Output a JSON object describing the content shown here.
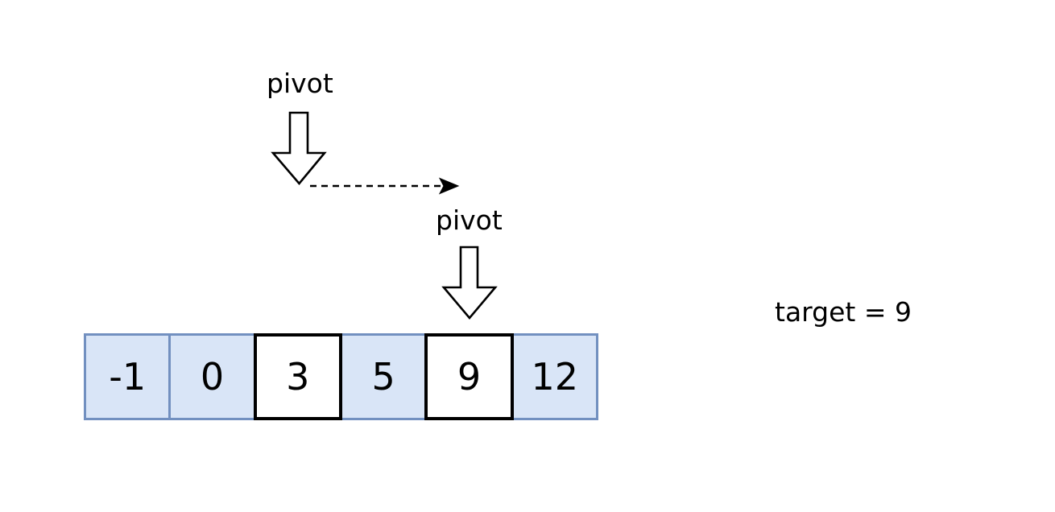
{
  "canvas": {
    "background": "#ffffff"
  },
  "labels": {
    "pivot_old": "pivot",
    "pivot_new": "pivot",
    "target": "target = 9"
  },
  "array": {
    "cells": [
      {
        "value": "-1",
        "highlighted": false
      },
      {
        "value": "0",
        "highlighted": false
      },
      {
        "value": "3",
        "highlighted": true
      },
      {
        "value": "5",
        "highlighted": false
      },
      {
        "value": "9",
        "highlighted": true
      },
      {
        "value": "12",
        "highlighted": false
      }
    ]
  },
  "icons": {
    "pivot_old_arrow": "down-block-arrow",
    "pivot_new_arrow": "down-block-arrow",
    "move_arrow": "dashed-right-arrow"
  },
  "colors": {
    "canvas_bg": "#ffffff",
    "cell_fill": "#d9e5f7",
    "cell_border": "#7290c0",
    "highlight_fill": "#ffffff",
    "highlight_border": "#000000",
    "arrow_outline": "#000000",
    "text": "#000000"
  }
}
